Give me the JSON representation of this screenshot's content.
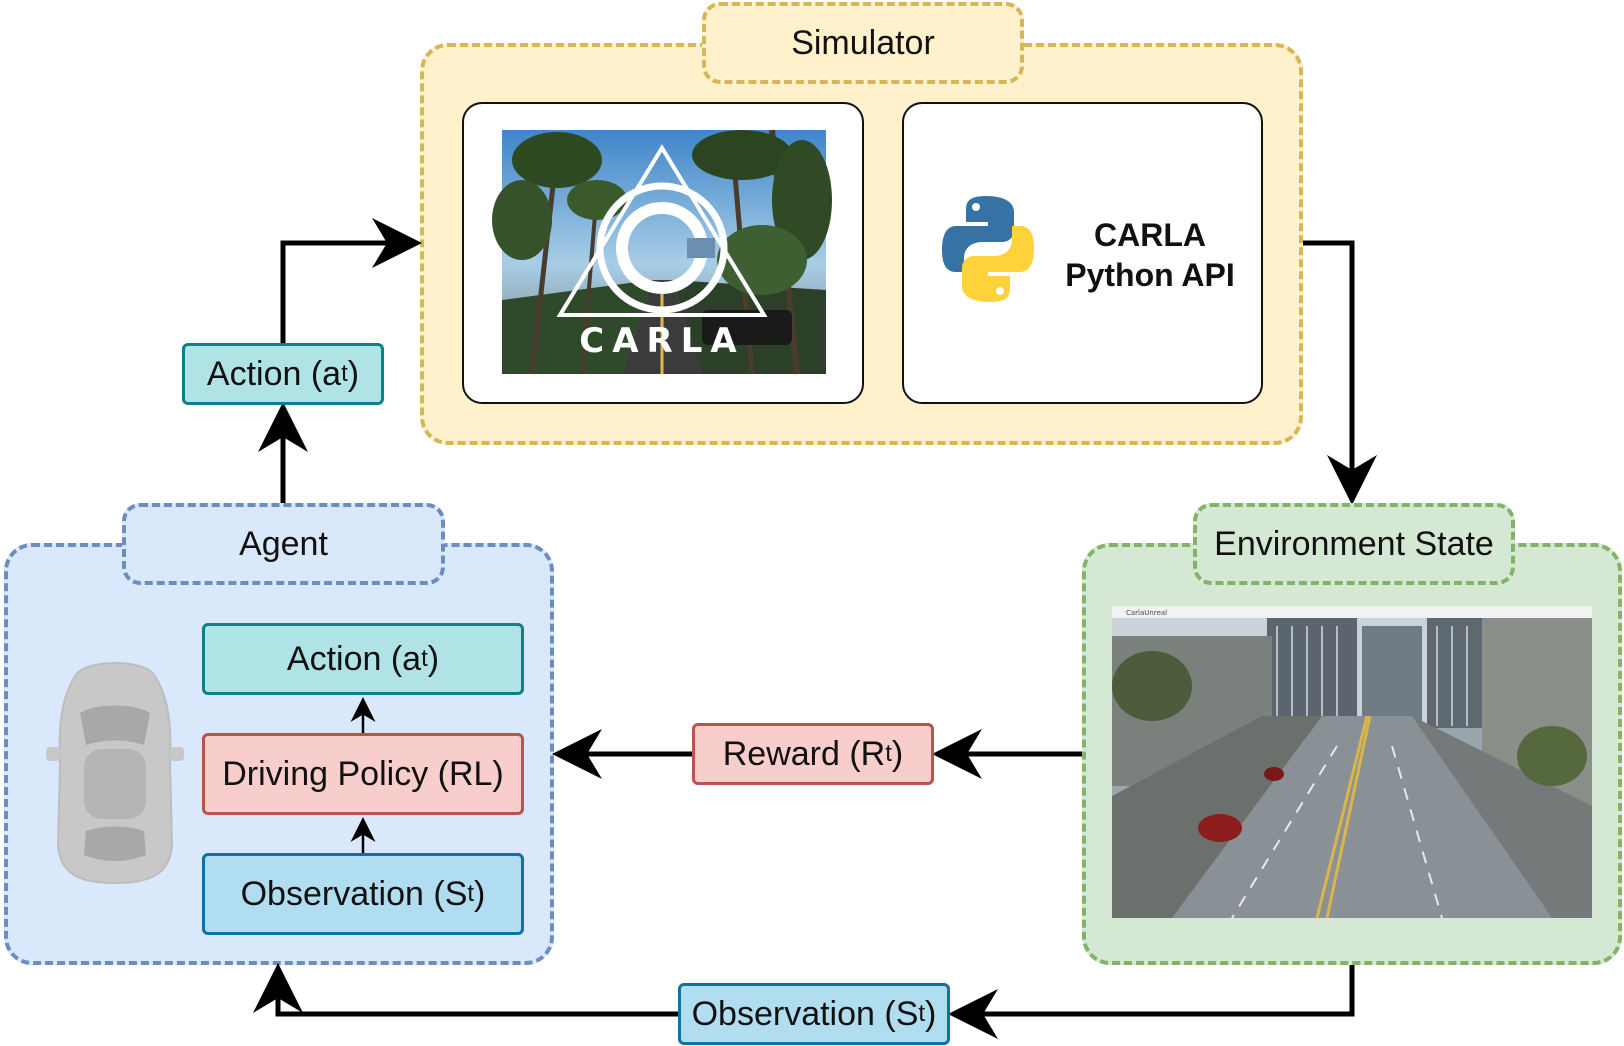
{
  "simulator": {
    "title": "Simulator",
    "carla_logo_text": "CARLA",
    "api_label_line1": "CARLA",
    "api_label_line2": "Python API"
  },
  "agent": {
    "title": "Agent",
    "action": {
      "text": "Action (a",
      "sub": "t",
      "close": ")"
    },
    "policy": "Driving Policy (RL)",
    "observation": {
      "text": "Observation (S",
      "sub": "t",
      "close": ")"
    }
  },
  "environment": {
    "title": "Environment State",
    "screenshot_window_title": "CarlaUnreal"
  },
  "edges": {
    "action": {
      "text": "Action (a",
      "sub": "t",
      "close": ")"
    },
    "reward": {
      "text": "Reward (R",
      "sub": "t",
      "close": ")"
    },
    "observation": {
      "text": "Observation (S",
      "sub": "t",
      "close": ")"
    }
  },
  "colors": {
    "simulator_fill": "#fff1cc",
    "simulator_stroke": "#d6b656",
    "agent_fill": "#dae8fc",
    "agent_stroke": "#6c8ebf",
    "environment_fill": "#d5e8d4",
    "environment_stroke": "#82b366",
    "action_fill": "#b0e3e6",
    "reward_fill": "#f8cecc",
    "observation_fill": "#b1ddf0"
  }
}
